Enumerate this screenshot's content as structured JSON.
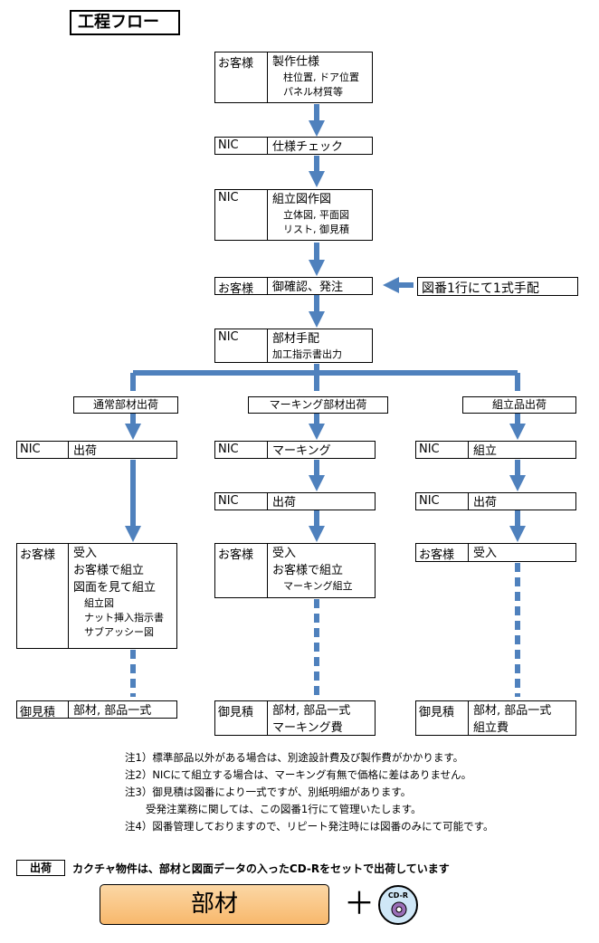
{
  "title": "工程フロー",
  "labels": {
    "customer": "お客様",
    "nic": "NIC",
    "estimate": "御見積"
  },
  "main": {
    "spec": {
      "main": "製作仕様",
      "sub": [
        "柱位置, ドア位置",
        "パネル材質等"
      ]
    },
    "check": {
      "main": "仕様チェック"
    },
    "drawing": {
      "main": "組立図作図",
      "sub": [
        "立体図, 平面図",
        "リスト, 御見積"
      ]
    },
    "order": {
      "main": "御確認、発注"
    },
    "order_note": "図番1行にて1式手配",
    "arrange": {
      "main": "部材手配",
      "sub": [
        "加工指示書出力"
      ]
    }
  },
  "branches": {
    "standard": {
      "header": "通常部材出荷",
      "ship": "出荷",
      "receive": {
        "lines": [
          "受入",
          "お客様で組立",
          "図面を見て組立"
        ],
        "sub": [
          "組立図",
          "ナット挿入指示書",
          "サブアッシー図"
        ]
      },
      "estimate": [
        "部材, 部品一式"
      ]
    },
    "marking": {
      "header": "マーキング部材出荷",
      "mark": "マーキング",
      "ship": "出荷",
      "receive": {
        "lines": [
          "受入",
          "お客様で組立"
        ],
        "sub": [
          "マーキング組立"
        ]
      },
      "estimate": [
        "部材, 部品一式",
        "マーキング費"
      ]
    },
    "assembly": {
      "header": "組立品出荷",
      "assemble": "組立",
      "ship": "出荷",
      "receive": {
        "lines": [
          "受入"
        ]
      },
      "estimate": [
        "部材, 部品一式",
        "組立費"
      ]
    }
  },
  "notes": [
    "注1）標準部品以外がある場合は、別途設計費及び製作費がかかります。",
    "注2）NICにて組立する場合は、マーキング有無で価格に差はありません。",
    "注3）御見積は図番により一式ですが、別紙明細があります。",
    "　　受発注業務に関しては、この図番1行にて管理いたします。",
    "注4）図番管理しておりますので、リピート発注時には図番のみにて可能です。"
  ],
  "shipping": {
    "label": "出荷",
    "text": "カクチャ物件は、部材と図面データの入ったCD-Rをセットで出荷しています",
    "part": "部材",
    "plus": "＋",
    "cd": "CD-R"
  },
  "colors": {
    "arrow": "#4f81bd",
    "part_fill_top": "#fbd7a5",
    "part_fill_bottom": "#f8b86c"
  }
}
